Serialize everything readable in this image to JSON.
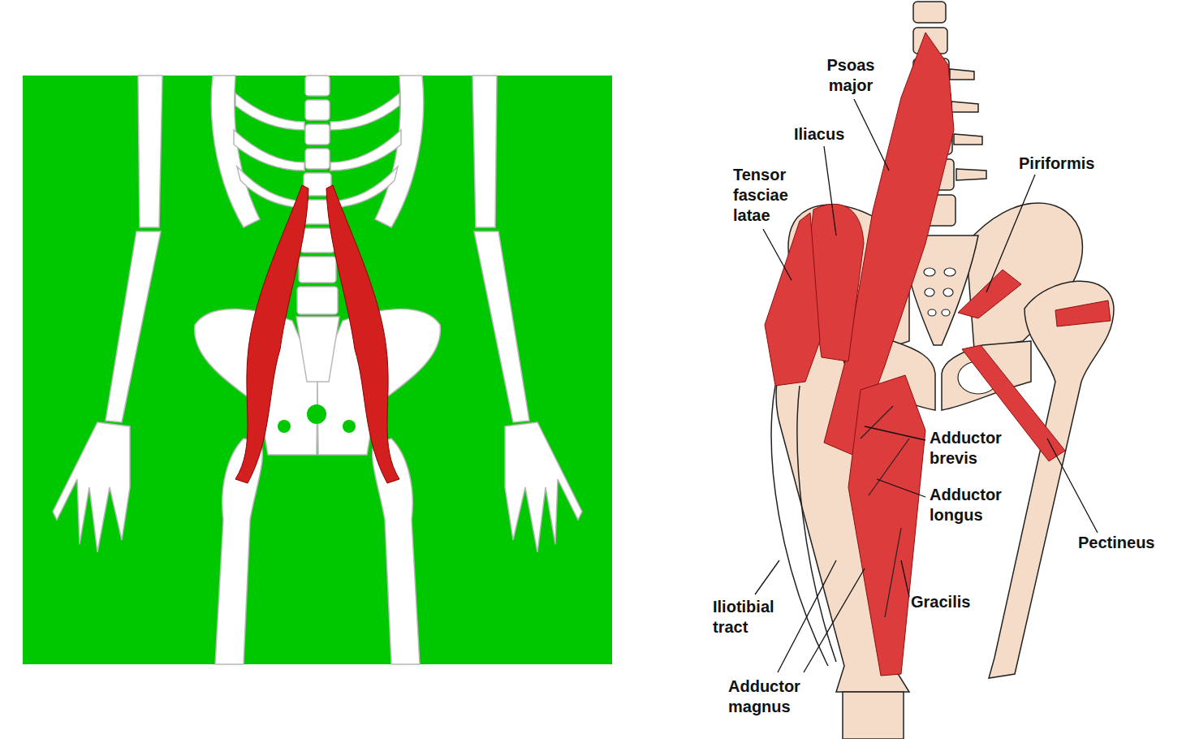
{
  "diagram": {
    "labels": [
      "Psoas major",
      "Iliacus",
      "Tensor fasciae latae",
      "Piriformis",
      "Adductor brevis",
      "Adductor longus",
      "Pectineus",
      "Iliotibial tract",
      "Gracilis",
      "Adductor magnus"
    ]
  }
}
